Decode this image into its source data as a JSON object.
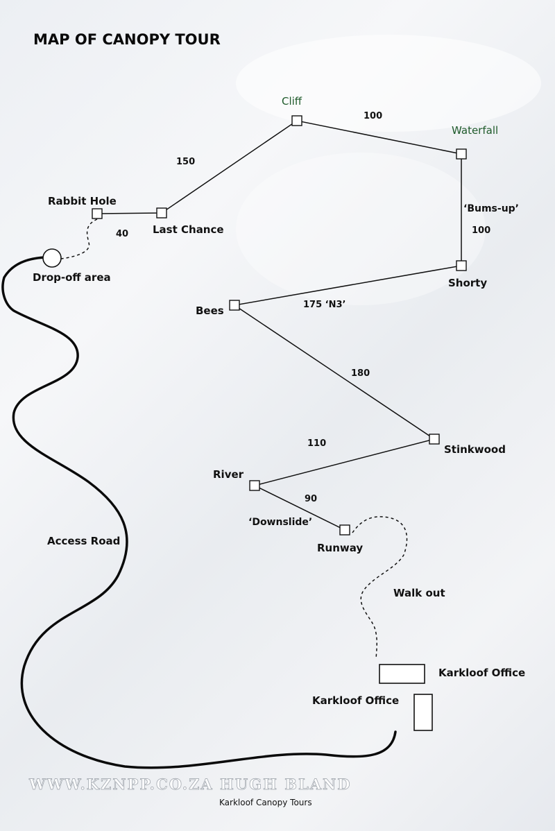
{
  "title": "MAP OF CANOPY TOUR",
  "stations": {
    "cliff": "Cliff",
    "waterfall": "Waterfall",
    "rabbit_hole": "Rabbit Hole",
    "last_chance": "Last Chance",
    "drop_off": "Drop-off area",
    "bees": "Bees",
    "shorty": "Shorty",
    "stinkwood": "Stinkwood",
    "river": "River",
    "runway": "Runway"
  },
  "distances": {
    "cliff_waterfall": "100",
    "last_chance_cliff": "150",
    "rabbit_last_chance": "40",
    "waterfall_shorty": "100",
    "shorty_bees": "175 ‘N3’",
    "bees_stinkwood": "180",
    "stinkwood_river": "110",
    "river_runway": "90"
  },
  "nicknames": {
    "bums_up": "‘Bums-up’",
    "downslide": "‘Downslide’"
  },
  "labels": {
    "access_road": "Access Road",
    "walk_out": "Walk out",
    "office_1": "Karkloof Office",
    "office_2": "Karkloof Office"
  },
  "watermark": "WWW.KZNPP.CO.ZA HUGH BLAND",
  "credit": "Karkloof Canopy Tours",
  "colors": {
    "background": "#eceff3",
    "ink": "#111111",
    "green_label": "#1e5a2a"
  }
}
